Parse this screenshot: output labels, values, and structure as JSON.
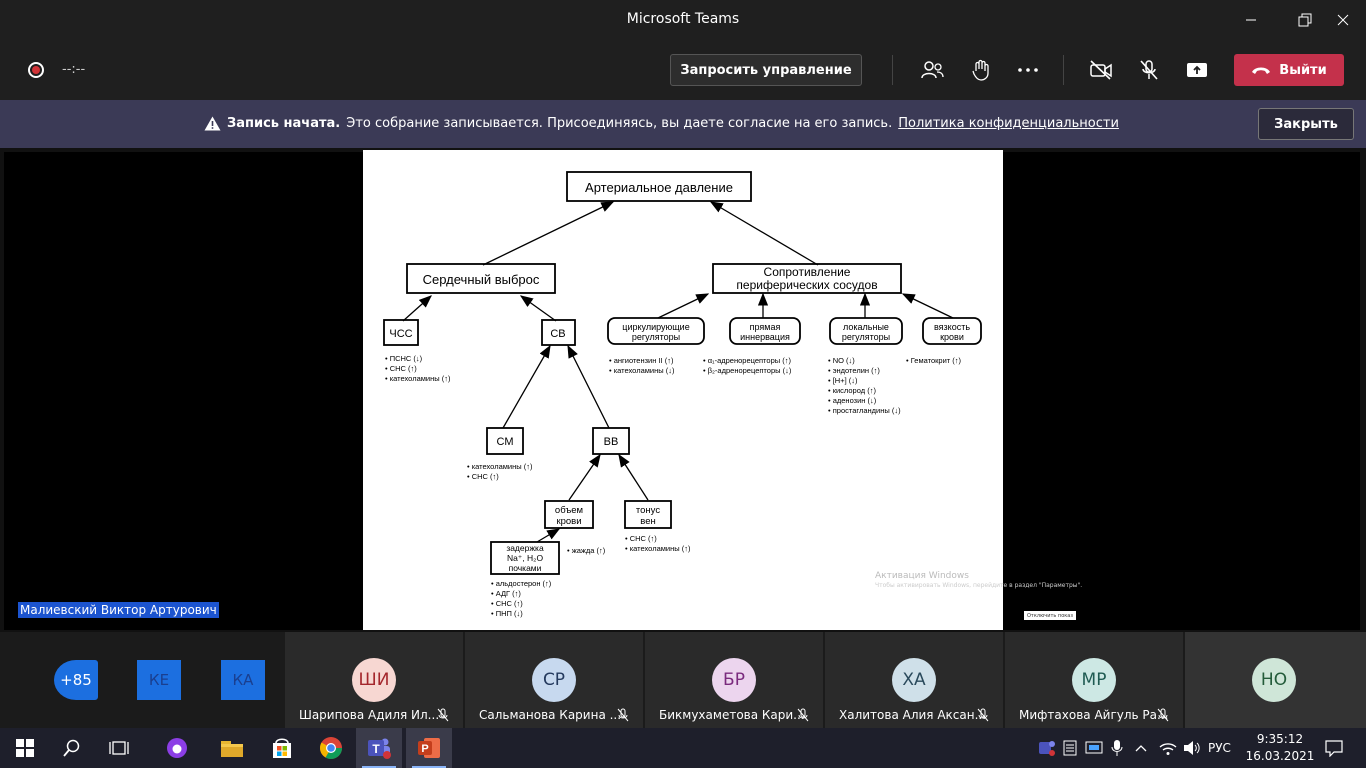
{
  "window": {
    "title": "Microsoft Teams",
    "minimize_icon": "minimize-icon",
    "restore_icon": "restore-icon",
    "close_icon": "close-icon"
  },
  "toolbar": {
    "timer": "--:--",
    "request_control_label": "Запросить управление",
    "leave_label": "Выйти",
    "accent_leave": "#c4314b"
  },
  "banner": {
    "title": "Запись начата.",
    "message": "Это собрание записывается. Присоединяясь, вы даете согласие на его запись.",
    "link": "Политика конфиденциальности",
    "close_label": "Закрыть"
  },
  "stage": {
    "speaker_name": "Малиевский Виктор Артурович",
    "watermark_title": "Активация Windows",
    "watermark_sub": "Чтобы активировать Windows, перейдите в раздел \"Параметры\".",
    "small_button": "Отключить показ"
  },
  "slide": {
    "top": "Артериальное давление",
    "cardiac_output": "Сердечный выброс",
    "resistance_line1": "Сопротивление",
    "resistance_line2": "периферических сосудов",
    "hr": "ЧСС",
    "sv": "СВ",
    "hr_factors": [
      "• ПСНС (↓)",
      "• СНС (↑)",
      "• катехоламины (↑)"
    ],
    "circ_line1": "циркулирующие",
    "circ_line2": "регуляторы",
    "direct_line1": "прямая",
    "direct_line2": "иннервация",
    "local_line1": "локальные",
    "local_line2": "регуляторы",
    "visc_line1": "вязкость",
    "visc_line2": "крови",
    "circ_factors": [
      "• ангиотензин II (↑)",
      "• катехоламины (↓)"
    ],
    "direct_factors": [
      "• α₁-адренорецепторы (↑)",
      "• β₂-адренорецепторы (↓)"
    ],
    "local_factors": [
      "• NO (↓)",
      "• эндотелин (↑)",
      "• [H+] (↓)",
      "• кислород (↑)",
      "• аденозин (↓)",
      "• простагландины (↓)"
    ],
    "visc_factors": [
      "• Гематокрит (↑)"
    ],
    "cm": "СМ",
    "vv": "ВВ",
    "cm_factors": [
      "• катехоламины (↑)",
      "• СНС (↑)"
    ],
    "volume_line1": "объем",
    "volume_line2": "крови",
    "tone_line1": "тонус",
    "tone_line2": "вен",
    "tone_factors": [
      "• СНС (↑)",
      "• катехоламины (↑)"
    ],
    "retention_line1": "задержка",
    "retention_line2": "Na⁺, H₂O",
    "retention_line3": "почками",
    "thirst": "• жажда (↑)",
    "retention_factors": [
      "• альдостерон (↑)",
      "• АДГ (↑)",
      "• СНС (↑)",
      "• ПНП (↓)"
    ]
  },
  "strip": {
    "mini_tiles": [
      {
        "label": "+85",
        "color": "#1c6fe0"
      },
      {
        "label": "КЕ",
        "color": "#1c6fe0"
      },
      {
        "label": "КА",
        "color": "#1c6fe0"
      }
    ],
    "participants": [
      {
        "initials": "ШИ",
        "name": "Шарипова Адиля Ил...",
        "avatar_bg": "#f7d7d2",
        "avatar_fg": "#a4262c"
      },
      {
        "initials": "СР",
        "name": "Сальманова Карина ...",
        "avatar_bg": "#c7d9ef",
        "avatar_fg": "#243a5e"
      },
      {
        "initials": "БР",
        "name": "Бикмухаметова Кари...",
        "avatar_bg": "#ecd5ee",
        "avatar_fg": "#7a2a7d"
      },
      {
        "initials": "ХА",
        "name": "Халитова Алия Аксан...",
        "avatar_bg": "#cfe0e9",
        "avatar_fg": "#2a4a5c"
      },
      {
        "initials": "МР",
        "name": "Мифтахова Айгуль Ра...",
        "avatar_bg": "#cde8e4",
        "avatar_fg": "#1f5b52"
      },
      {
        "initials": "НО",
        "name": "",
        "avatar_bg": "#cfe6d8",
        "avatar_fg": "#245c3a"
      }
    ]
  },
  "taskbar": {
    "apps": [
      "windows-start-icon",
      "search-icon",
      "task-view-icon",
      "alice-icon",
      "file-explorer-icon",
      "store-icon",
      "chrome-icon",
      "teams-icon",
      "powerpoint-icon"
    ],
    "language": "РУС",
    "time": "9:35:12",
    "date": "16.03.2021"
  }
}
